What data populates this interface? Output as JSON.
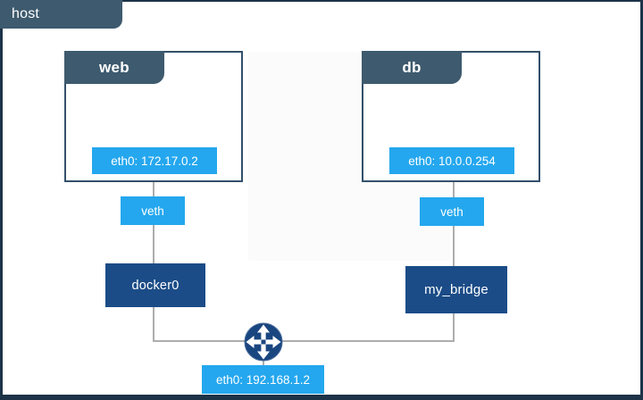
{
  "host": {
    "label": "host",
    "interface_label": "eth0: 192.168.1.2"
  },
  "containers": [
    {
      "name": "web",
      "interface_label": "eth0: 172.17.0.2",
      "veth_label": "veth",
      "bridge_label": "docker0"
    },
    {
      "name": "db",
      "interface_label": "eth0: 10.0.0.254",
      "veth_label": "veth",
      "bridge_label": "my_bridge"
    }
  ],
  "icons": {
    "router": "four-way-arrows-in-circle"
  },
  "colors": {
    "slate_tab": "#3E5A6E",
    "container_border": "#33506B",
    "bright_blue": "#24A7EE",
    "navy": "#1B4C87",
    "router_navy": "#1A4680",
    "line_gray": "#ADADAD",
    "frame": "#1D3347",
    "background": "#FFFFFF"
  }
}
